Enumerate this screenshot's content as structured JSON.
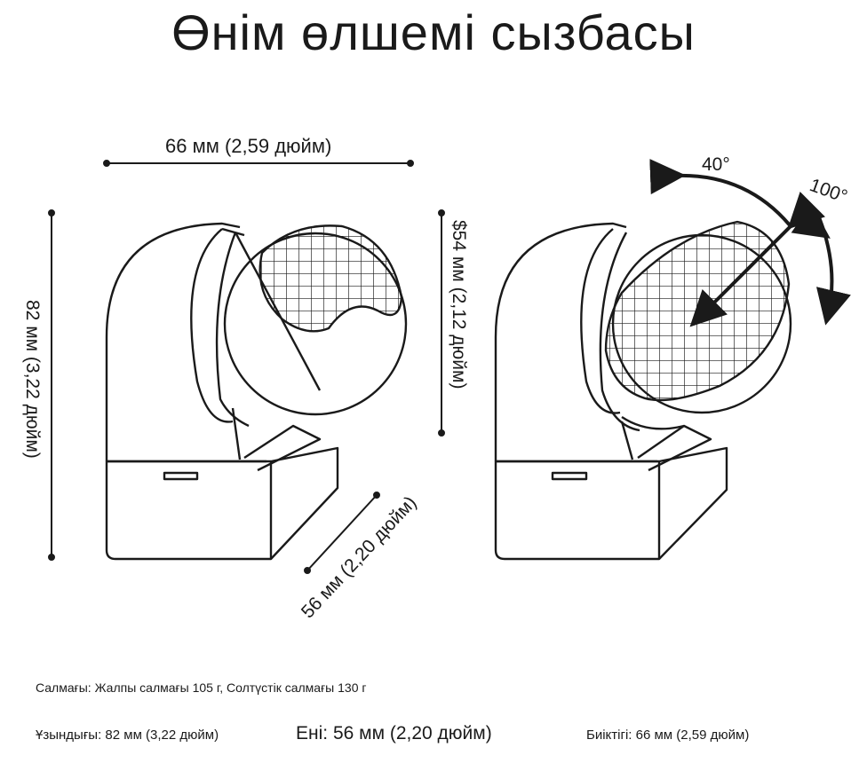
{
  "title": "Өнім өлшемі сызбасы",
  "dimensions": {
    "width_top": "66 мм (2,59 дюйм)",
    "height_left": "82 мм (3,22 дюйм)",
    "depth_right": "$54 мм (2,12 дюйм)",
    "diagonal_bottom": "56 мм (2,20 дюйм)"
  },
  "rotation": {
    "horizontal_angle": "40°",
    "vertical_angle": "100°"
  },
  "specs": {
    "weight": "Салмағы: Жалпы салмағы 105 г, Солтүстік салмағы 130 г",
    "length": "Ұзындығы: 82 мм (3,22 дюйм)",
    "width": "Ені: 56 мм (2,20 дюйм)",
    "height": "Биіктігі: 66 мм (2,59 дюйм)"
  },
  "colors": {
    "line": "#1a1a1a",
    "background": "#ffffff"
  }
}
